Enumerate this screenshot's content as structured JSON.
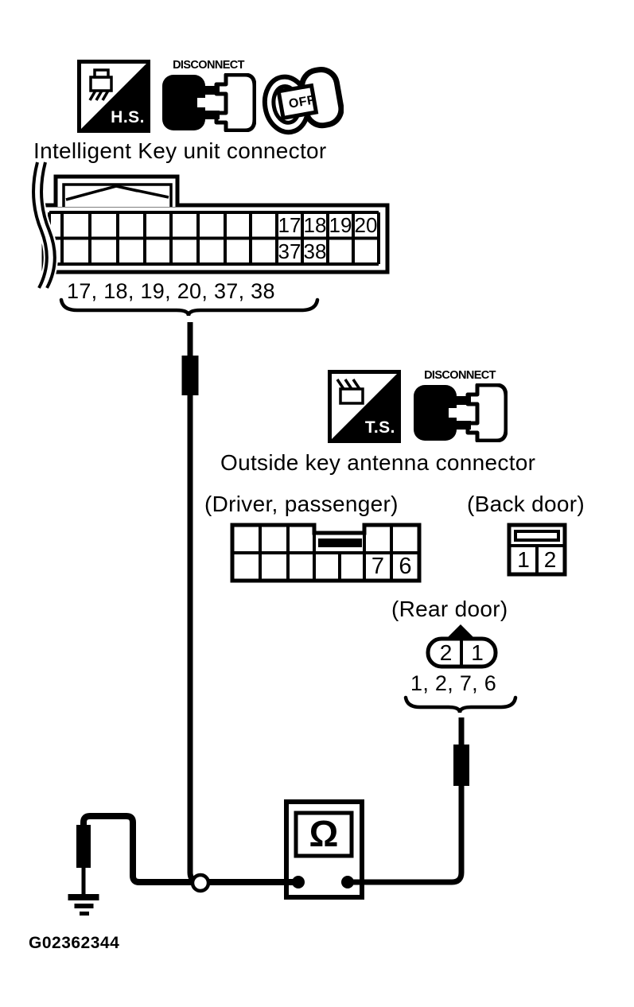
{
  "figure": {
    "id": "G02362344"
  },
  "badges": {
    "hs": "H.S.",
    "ts": "T.S.",
    "disconnect": "DISCONNECT",
    "key_off": "OFF"
  },
  "intelligent_key": {
    "title": "Intelligent Key unit connector",
    "pins_row1": [
      "17",
      "18",
      "19",
      "20"
    ],
    "pins_row2": [
      "37",
      "38"
    ],
    "terminals_label": "17, 18, 19, 20, 37, 38"
  },
  "outside_antenna": {
    "title": "Outside key antenna connector",
    "driver_label": "(Driver, passenger)",
    "back_label": "(Back door)",
    "rear_label": "(Rear door)",
    "driver_pins": [
      "7",
      "6"
    ],
    "back_pins": [
      "1",
      "2"
    ],
    "rear_pins": [
      "2",
      "1"
    ],
    "terminals_label": "1, 2, 7, 6"
  },
  "meter": {
    "symbol": "Ω"
  }
}
